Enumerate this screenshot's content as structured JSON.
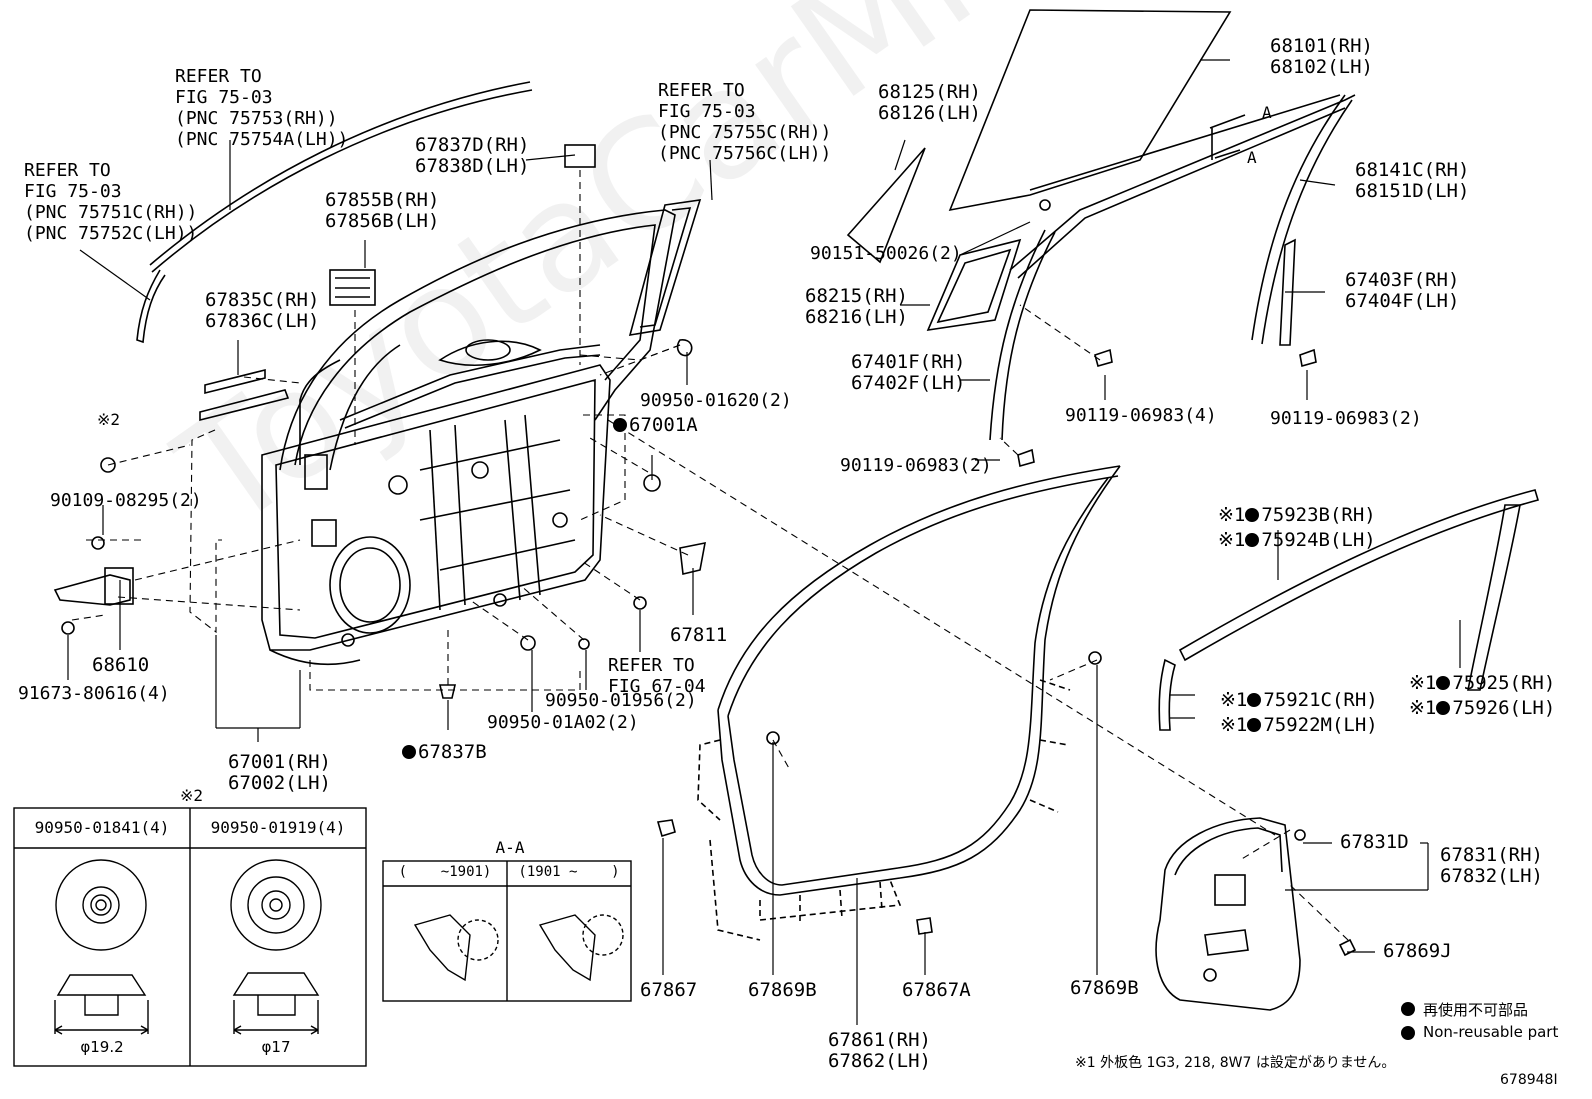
{
  "labels": {
    "refer_top_left": "REFER TO\nFIG 75-03\n(PNC 75753(RH))\n(PNC 75754A(LH))",
    "refer_left": "REFER TO\nFIG 75-03\n(PNC 75751C(RH))\n(PNC 75752C(LH))",
    "refer_top_mid": "REFER TO\nFIG 75-03\n(PNC 75755C(RH))\n(PNC 75756C(LH))",
    "p67837d": "67837D(RH)\n67838D(LH)",
    "p67855b": "67855B(RH)\n67856B(LH)",
    "p67835c": "67835C(RH)\n67836C(LH)",
    "note2_top": "※2",
    "p90109": "90109-08295(2)",
    "p68610": "68610",
    "p91673": "91673-80616(4)",
    "p67001": "67001(RH)\n67002(LH)",
    "p67837b": "67837B",
    "p90950_01a02": "90950-01A02(2)",
    "p90950_01956": "90950-01956(2)",
    "refer_6704": "REFER TO\nFIG 67-04",
    "p67811": "67811",
    "p67001a": "67001A",
    "p90950_01620": "90950-01620(2)",
    "p68125": "68125(RH)\n68126(LH)",
    "p68101": "68101(RH)\n68102(LH)",
    "p90151": "90151-50026(2)",
    "p68215": "68215(RH)\n68216(LH)",
    "p67401f": "67401F(RH)\n67402F(LH)",
    "p90119_4": "90119-06983(4)",
    "p90119_2a": "90119-06983(2)",
    "p90119_2b": "90119-06983(2)",
    "p68141c": "68141C(RH)\n68151D(LH)",
    "p67403f": "67403F(RH)\n67404F(LH)",
    "sec_a1": "A",
    "sec_a2": "A",
    "p75923b": "※1",
    "p75923b_num": "75923B(RH)",
    "p75924b": "※1",
    "p75924b_num": "75924B(LH)",
    "p75925": "※1",
    "p75925_num": "75925(RH)",
    "p75926": "※1",
    "p75926_num": "75926(LH)",
    "p75921c": "※1",
    "p75921c_num": "75921C(RH)",
    "p75922m": "※1",
    "p75922m_num": "75922M(LH)",
    "p67831d": "67831D",
    "p67831": "67831(RH)\n67832(LH)",
    "p67869j": "67869J",
    "p67867": "67867",
    "p67869b_1": "67869B",
    "p67867a": "67867A",
    "p67869b_2": "67869B",
    "p67861": "67861(RH)\n67862(LH)",
    "note2_table": "※2",
    "table_col1": "90950-01841(4)",
    "table_col2": "90950-01919(4)",
    "dim1": "φ19.2",
    "dim2": "φ17",
    "aa_title": "A-A",
    "aa_col1": "(    ~1901)",
    "aa_col2": "(1901 ~    )",
    "legend_jp": "再使用不可部品",
    "legend_en": "Non-reusable part",
    "footnote": "※1 外板色 1G3, 218, 8W7 は設定がありません。",
    "fig_id": "678948I",
    "watermark": "ToyotaCarMine.ru"
  }
}
